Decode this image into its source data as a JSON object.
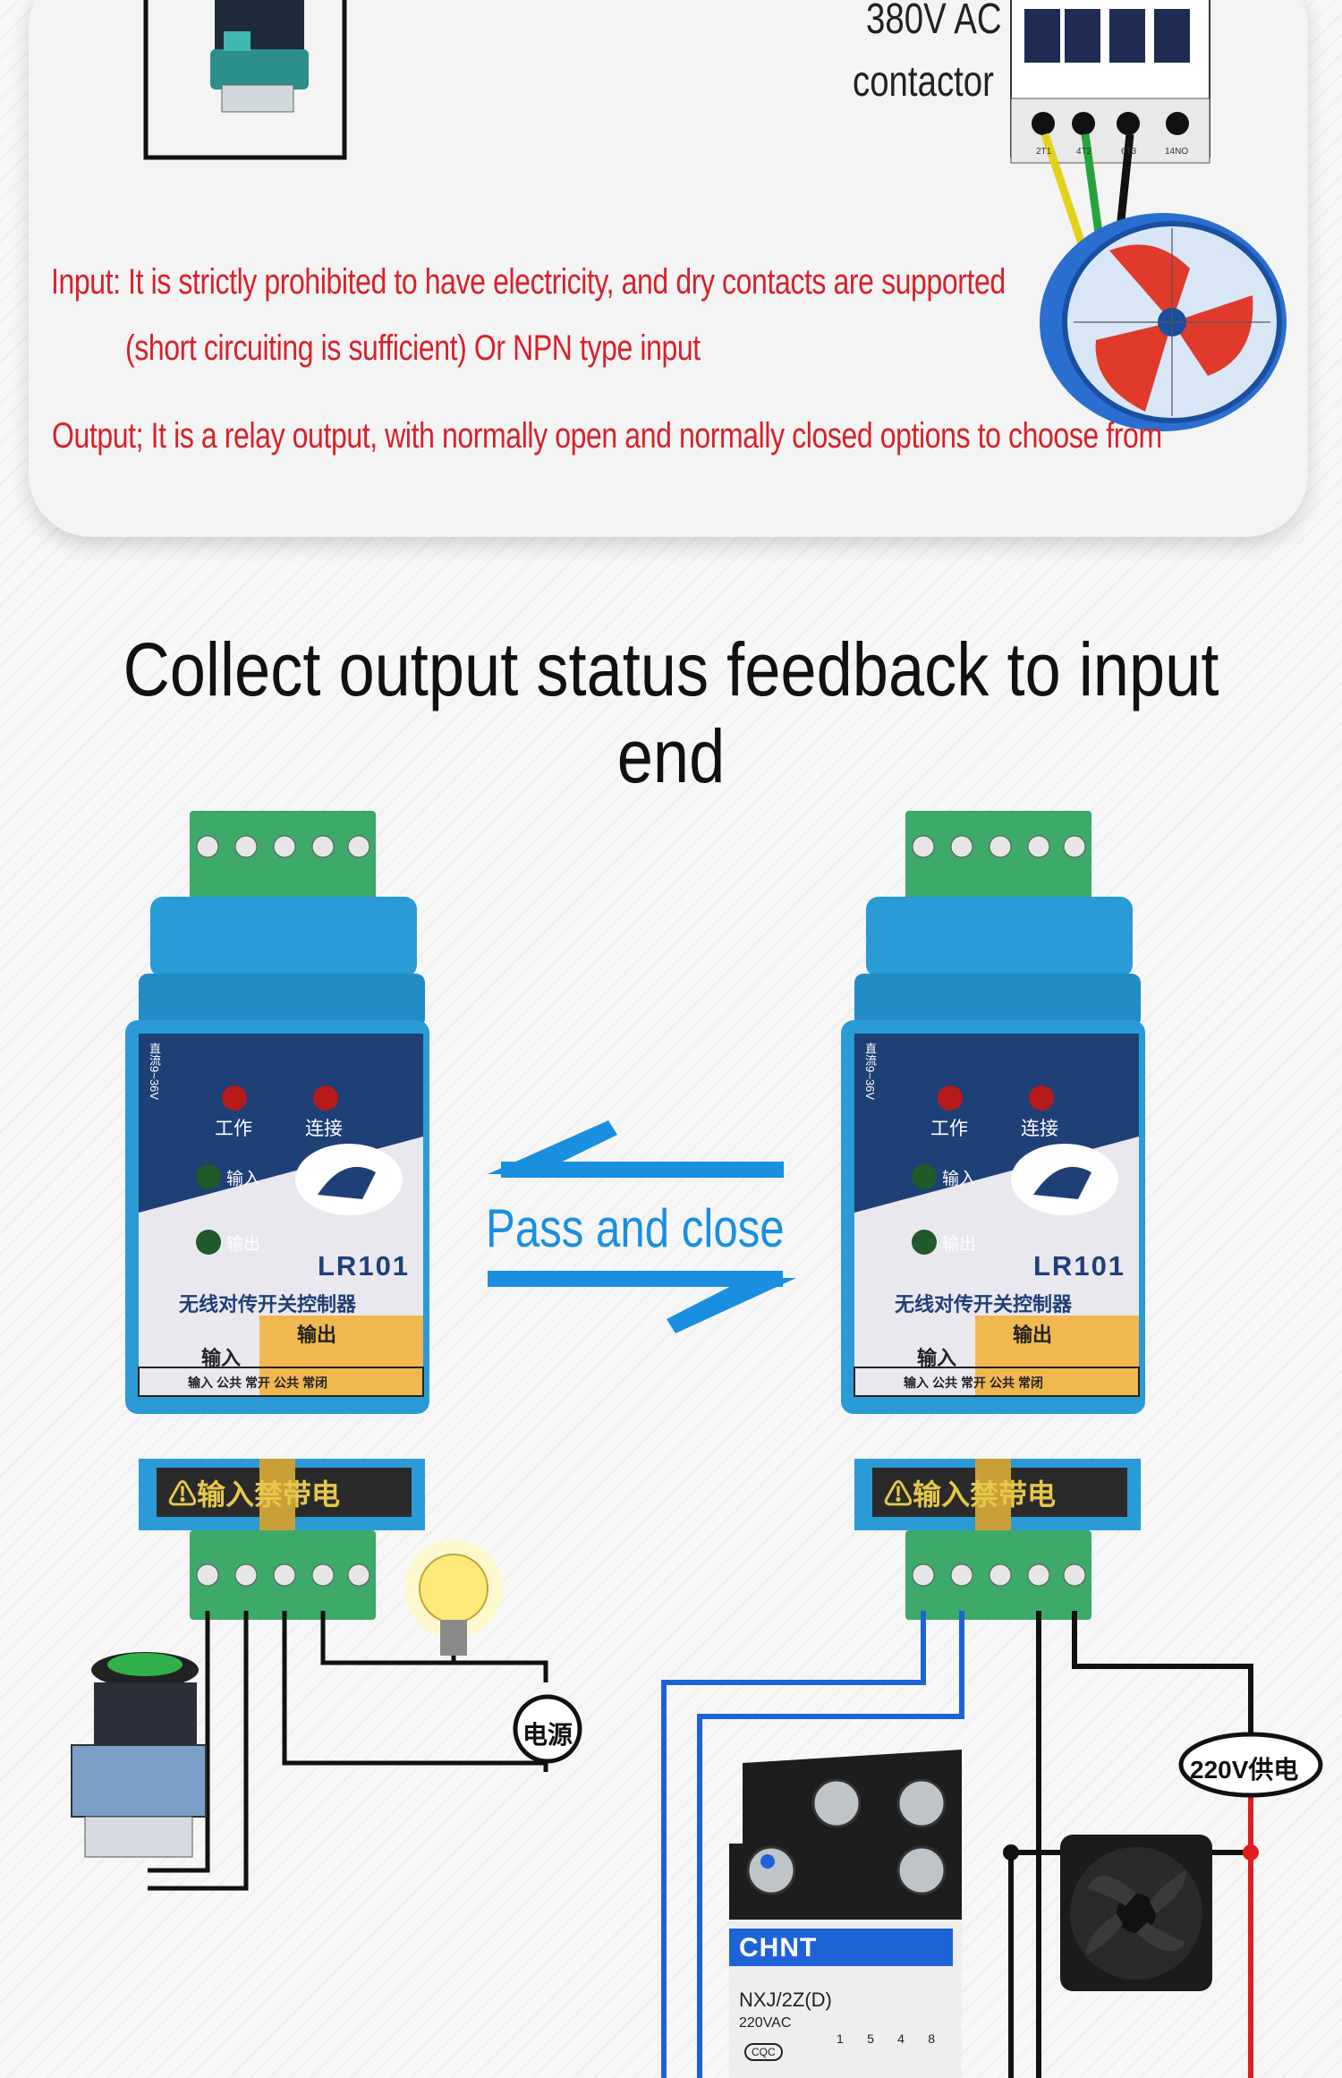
{
  "top_card": {
    "contactor_label_line1": "380V AC",
    "contactor_label_line2": "contactor",
    "input_note_line1": "Input: It is strictly prohibited to have electricity, and dry contacts are supported",
    "input_note_line2": "(short circuiting is sufficient) Or NPN type input",
    "output_note": "Output; It is a relay output, with normally open and normally closed options to choose from",
    "contactor_terminal_labels": [
      "2T1",
      "4T2",
      "6T3",
      "14NO"
    ]
  },
  "section_title": "Collect output status feedback to input end",
  "arrow_label": "Pass and close",
  "devices": [
    {
      "model": "LR101",
      "subtitle": "无线对传开关控制器",
      "power_label": "直流9~36V",
      "led_work": "工作",
      "led_link": "连接",
      "led_input": "输入",
      "led_output": "输出",
      "input_block": "输入",
      "output_block": "输出",
      "terminals": [
        "输入",
        "公共",
        "常开",
        "公共",
        "常闭"
      ],
      "warning": "⚠输入禁带电"
    },
    {
      "model": "LR101",
      "subtitle": "无线对传开关控制器",
      "power_label": "直流9~36V",
      "led_work": "工作",
      "led_link": "连接",
      "led_input": "输入",
      "led_output": "输出",
      "input_block": "输入",
      "output_block": "输出",
      "terminals": [
        "输入",
        "公共",
        "常开",
        "公共",
        "常闭"
      ],
      "warning": "⚠输入禁带电"
    }
  ],
  "power_source_label": "电源",
  "supply_label": "220V供电",
  "relay": {
    "brand": "CHNT",
    "model": "NXJ/2Z(D)",
    "voltage": "220VAC",
    "cert": "CQC",
    "pin_labels": [
      "1",
      "5",
      "4",
      "8"
    ]
  },
  "colors": {
    "device_blue": "#2a9bd6",
    "terminal_green": "#3daa6a",
    "arrow_blue": "#1a8fe0",
    "warning_red": "#d8202a",
    "wire_blue": "#1e63d6",
    "wire_red": "#e01c1c"
  }
}
